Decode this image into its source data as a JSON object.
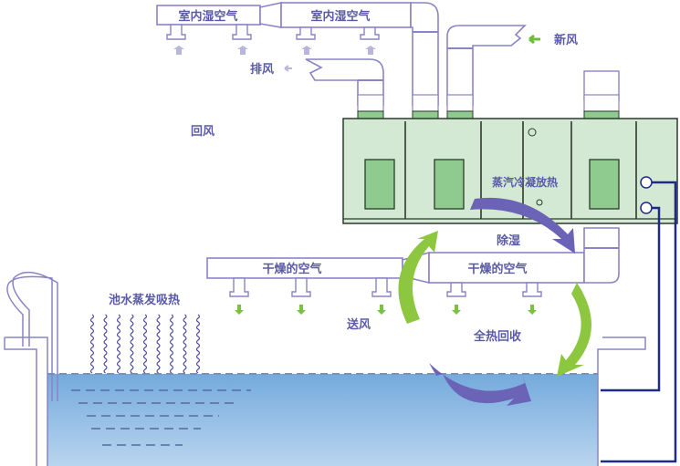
{
  "labels": {
    "indoor_humid_air_1": "室内湿空气",
    "indoor_humid_air_2": "室内湿空气",
    "exhaust_air": "排风",
    "fresh_air": "新风",
    "return_air": "回风",
    "steam_condense": "蒸汽冷凝放热",
    "dehumidify": "除湿",
    "dry_air_1": "干燥的空气",
    "dry_air_2": "干燥的空气",
    "supply_air": "送风",
    "heat_recovery": "全热回收",
    "pool_evaporation": "池水蒸发吸热"
  },
  "colors": {
    "text": "#5a5aa6",
    "duct": "#8a84c6",
    "unit": "#d3e9d3",
    "door": "#8fcb8f",
    "green_arrow": "#8dc63f",
    "purple_arrow": "#6b63b5",
    "pipe": "#1e2a8a",
    "water_top": "#74aadc",
    "water_bottom": "#b9d5ef"
  }
}
